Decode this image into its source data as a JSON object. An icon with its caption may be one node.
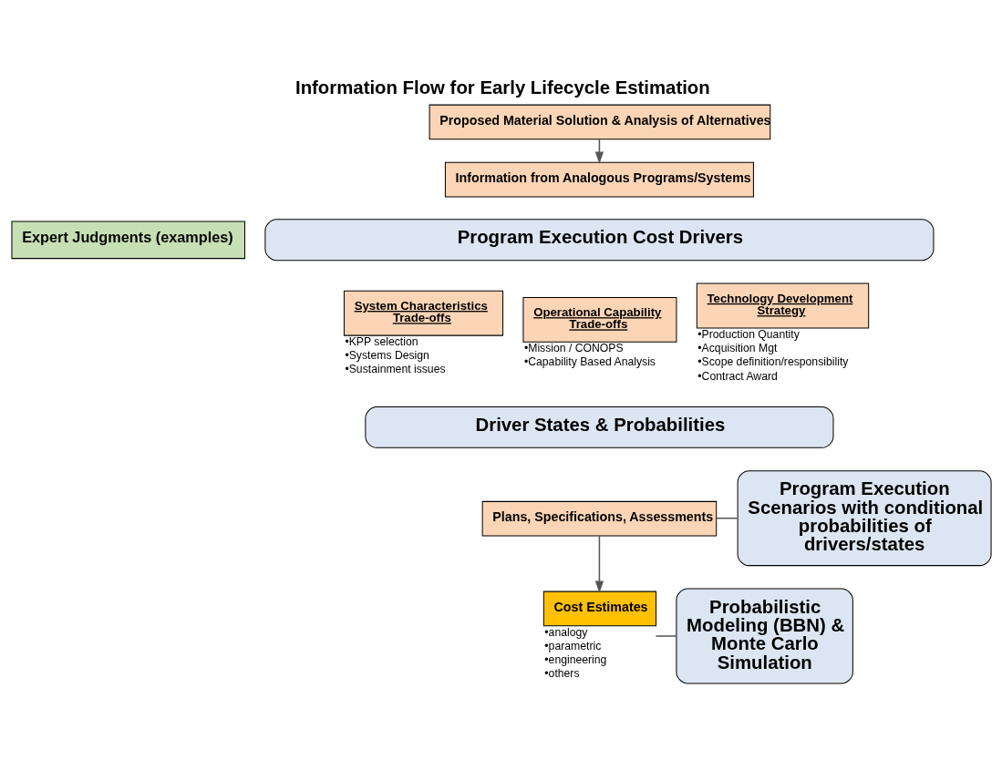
{
  "diagram": {
    "title": "Information Flow for Early Lifecycle Estimation",
    "nodes": [
      {
        "text": [
          "Proposed Material Solution & Analysis of Alternatives"
        ]
      },
      {
        "text": [
          "Information from Analogous Programs/Systems"
        ]
      },
      {
        "text": [
          "Program Execution Cost Drivers"
        ]
      },
      {
        "text": [
          "System Characteristics Trade-offs"
        ],
        "beside": [
          "•KPP selection",
          "•Systems Design",
          "•Sustainment issues"
        ]
      },
      {
        "text": [
          "Operational Capability Trade-offs"
        ],
        "beside": [
          "•Mission / CONOPS",
          "•Capability Based Analysis"
        ]
      },
      {
        "text": [
          "Technology Development Strategy"
        ],
        "beside": [
          "•Production Quantity",
          "•Acquisition Mgt",
          "•Scope definition/responsibility",
          "•Contract Award"
        ]
      },
      {
        "text": [
          "Driver States & Probabilities"
        ]
      },
      {
        "text": [
          "Plans, Specifications, Assessments"
        ]
      },
      {
        "text": [
          "Cost Estimates"
        ],
        "beside": [
          "•analogy",
          "•parametric",
          "•engineering",
          "•others"
        ]
      },
      {
        "text": [
          "Probabilistic Modeling (BBN) & Monte Carlo Simulation"
        ]
      },
      {
        "text": [
          "Program Execution Scenarios with conditional probabilities of drivers/states"
        ]
      },
      {
        "text": [
          "Expert Judgments (examples)"
        ]
      }
    ],
    "edges": [
      {
        "from": 0,
        "to": 1,
        "arrow": "to"
      },
      {
        "from": 7,
        "to": 8,
        "arrow": "to"
      },
      {
        "from": 9,
        "to": 8,
        "arrow": "none"
      },
      {
        "from": 10,
        "to": 7,
        "arrow": "none"
      }
    ]
  }
}
